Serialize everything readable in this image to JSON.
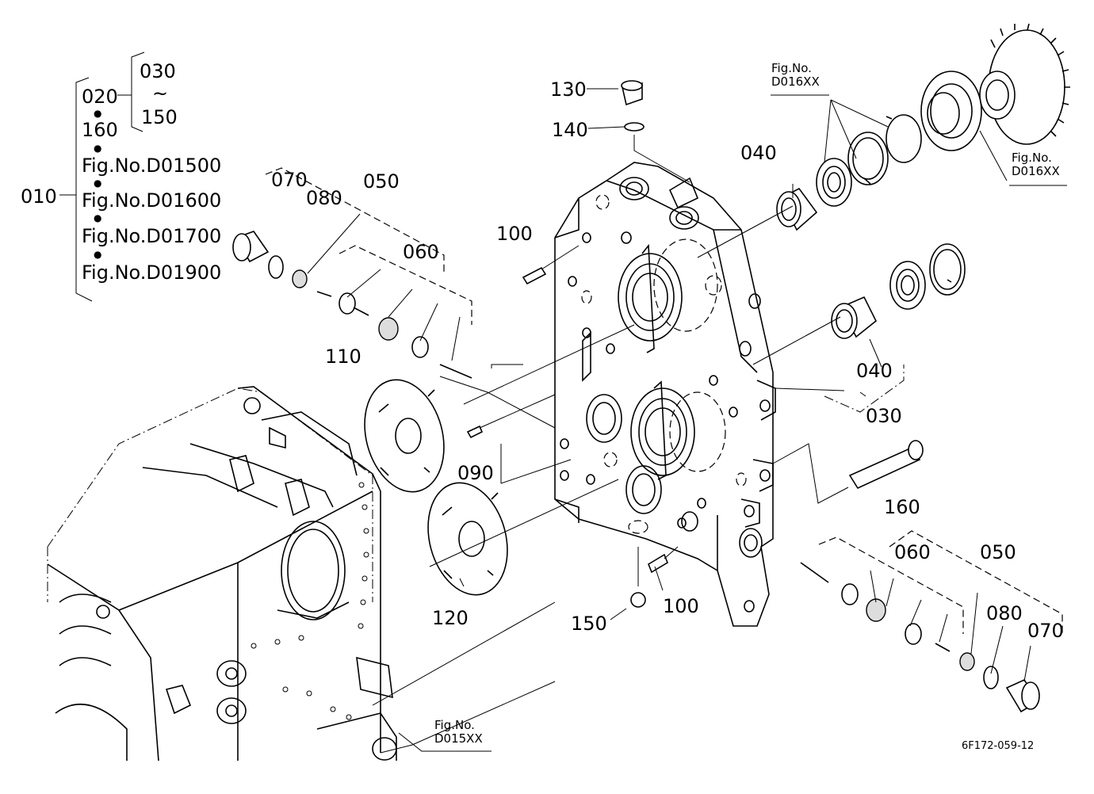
{
  "diagram_code": "6F172-059-12",
  "ref_text": "Fig.No.",
  "tree": {
    "root": "010",
    "group1": "020",
    "range_from": "030",
    "range_sym": "~",
    "range_to": "150",
    "item2": "160",
    "fig1": "Fig.No.D01500",
    "fig2": "Fig.No.D01600",
    "fig3": "Fig.No.D01700",
    "fig4": "Fig.No.D01900"
  },
  "parts": {
    "p130": "130",
    "p140": "140",
    "p100a": "100",
    "p040a": "040",
    "p070a": "070",
    "p080a": "080",
    "p050a": "050",
    "p060a": "060",
    "p110": "110",
    "p090": "090",
    "p040b": "040",
    "p030": "030",
    "p160": "160",
    "p060b": "060",
    "p050b": "050",
    "p080b": "080",
    "p070b": "070",
    "p120": "120",
    "p150": "150",
    "p100b": "100"
  },
  "refs": {
    "r1_code": "D016XX",
    "r2_code": "D016XX",
    "r3_code": "D015XX"
  }
}
